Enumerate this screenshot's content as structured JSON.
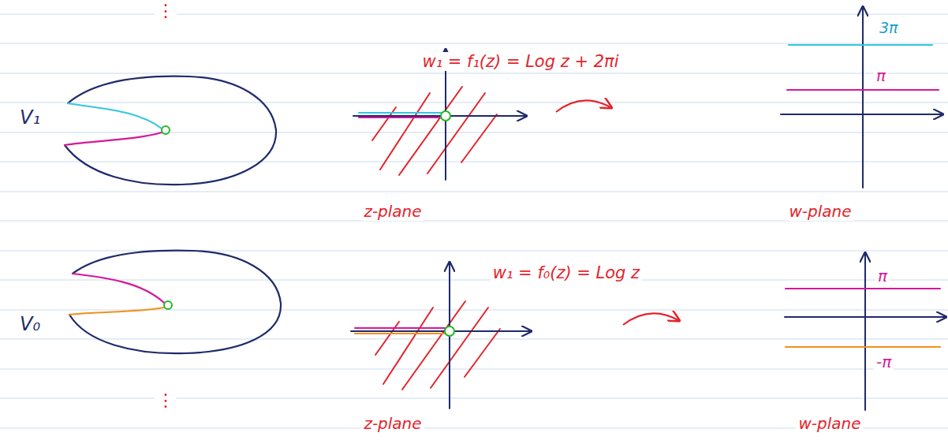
{
  "diagram": {
    "labels": [
      "⋮",
      "V₁",
      "w₁ = f₁(z) = Log z + 2πi",
      "3π",
      "π",
      "z-plane",
      "w-plane",
      "V₀",
      "w₁ = f₀(z) = Log z",
      "π",
      "-π",
      "⋮",
      "z-plane",
      "w-plane"
    ]
  }
}
